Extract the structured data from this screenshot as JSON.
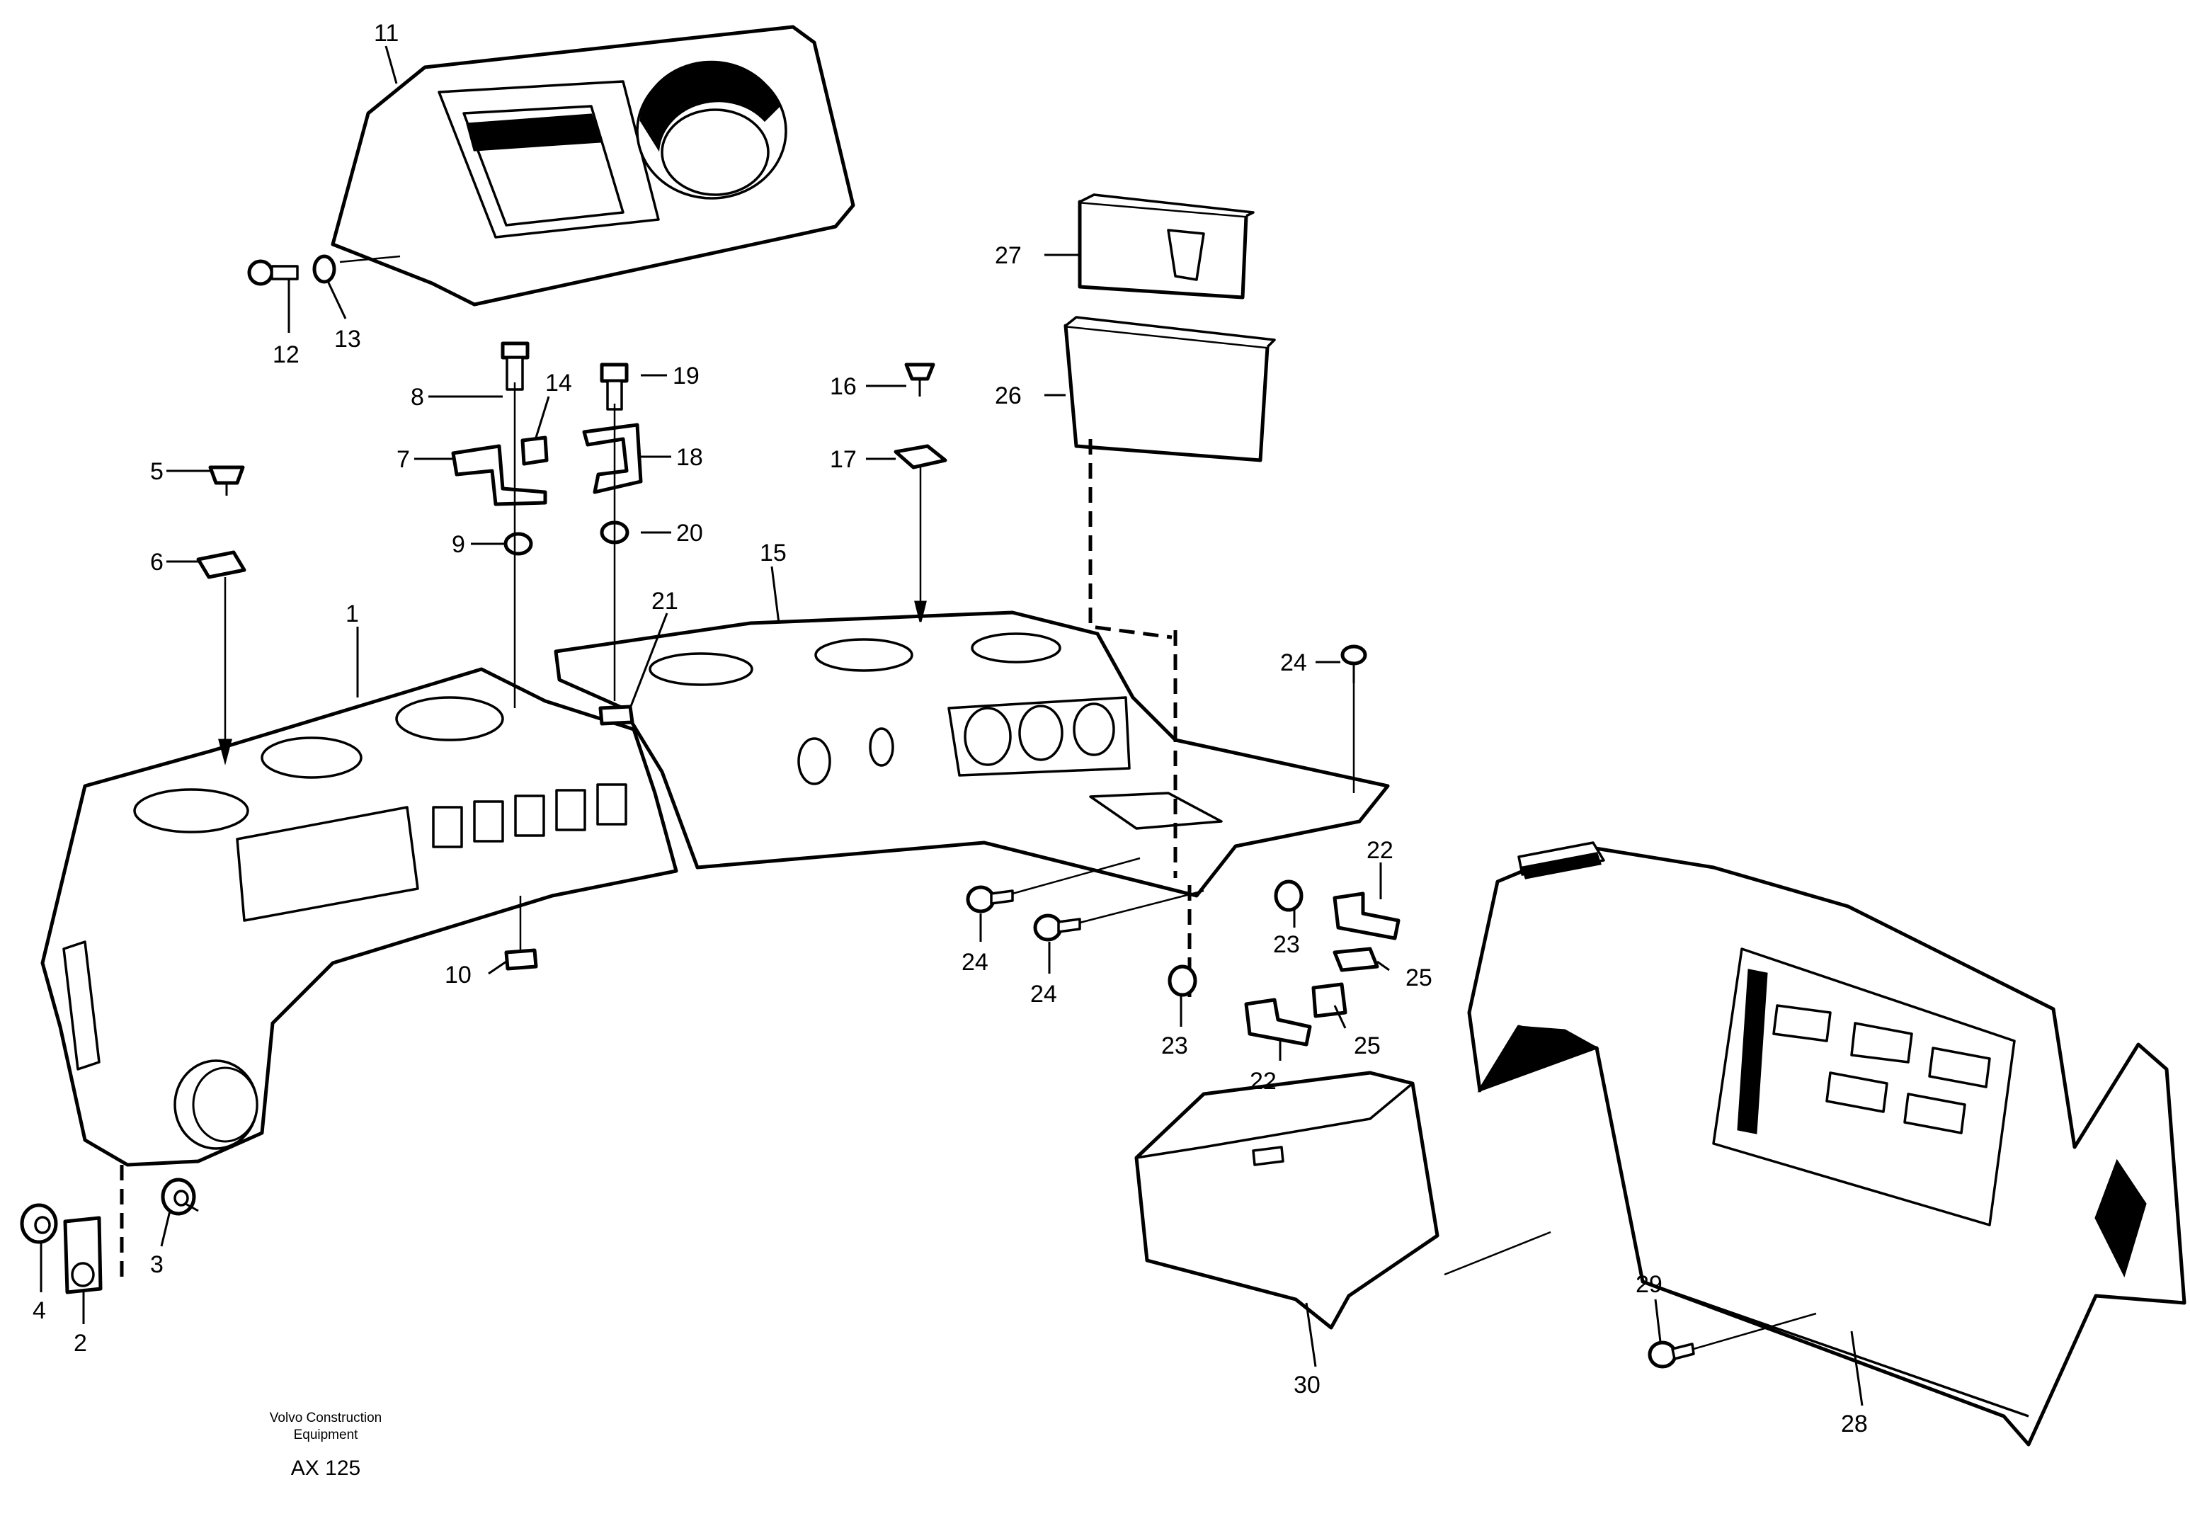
{
  "title_block": {
    "maker_line1": "Volvo Construction",
    "maker_line2": "Equipment",
    "drawing_ref": "AX 125"
  },
  "callouts": {
    "c1": "1",
    "c2": "2",
    "c3": "3",
    "c4": "4",
    "c5": "5",
    "c6": "6",
    "c7": "7",
    "c8": "8",
    "c9": "9",
    "c10": "10",
    "c11": "11",
    "c12": "12",
    "c13": "13",
    "c14": "14",
    "c15": "15",
    "c16": "16",
    "c17": "17",
    "c18": "18",
    "c19": "19",
    "c20": "20",
    "c21": "21",
    "c22a": "22",
    "c22b": "22",
    "c23a": "23",
    "c23b": "23",
    "c24a": "24",
    "c24b": "24",
    "c24c": "24",
    "c25a": "25",
    "c25b": "25",
    "c26": "26",
    "c27": "27",
    "c28": "28",
    "c29": "29",
    "c30": "30"
  }
}
